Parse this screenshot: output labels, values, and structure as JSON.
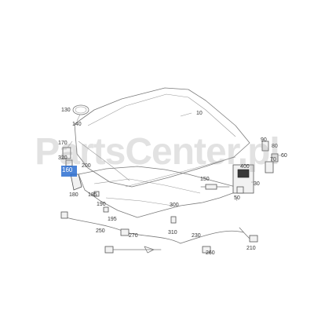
{
  "watermark": "PartsCenter.pl",
  "highlighted_part": "160",
  "callouts": [
    "130",
    "140",
    "10",
    "170",
    "320",
    "200",
    "160",
    "180",
    "185",
    "190",
    "195",
    "250",
    "270",
    "300",
    "150",
    "400",
    "90",
    "80",
    "70",
    "60",
    "50",
    "30",
    "310",
    "230",
    "210",
    "260"
  ]
}
